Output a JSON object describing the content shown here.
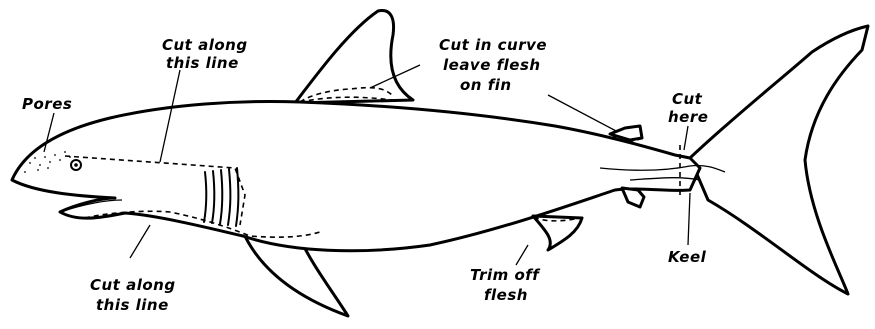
{
  "labels": {
    "pores": "Pores",
    "cut_top_1": "Cut along",
    "cut_top_2": "this line",
    "cut_curve_1": "Cut in curve",
    "cut_curve_2": "leave flesh",
    "cut_curve_3": "on fin",
    "cut_here_1": "Cut",
    "cut_here_2": "here",
    "cut_bottom_1": "Cut along",
    "cut_bottom_2": "this line",
    "trim_1": "Trim off",
    "trim_2": "flesh",
    "keel": "Keel"
  }
}
